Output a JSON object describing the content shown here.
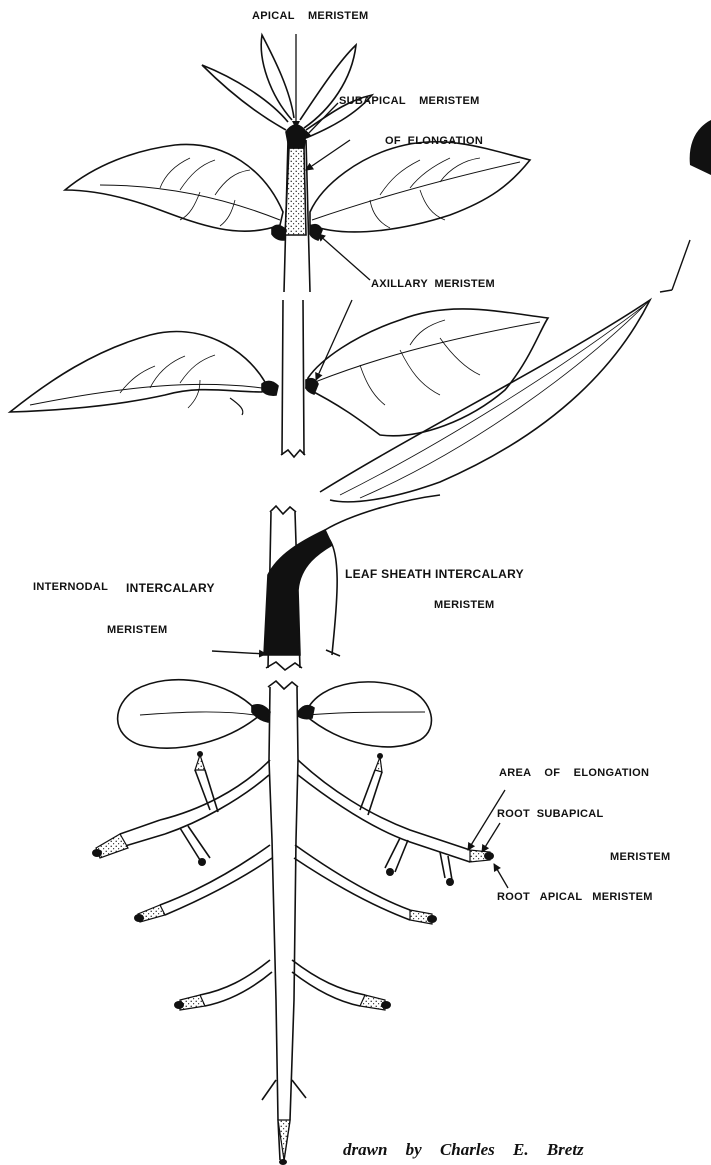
{
  "labels": {
    "apical_meristem": "APICAL    MERISTEM",
    "subapical_meristem": "SUBAPICAL    MERISTEM",
    "area_of_elongation_top": "OF  ELONGATION",
    "axillary_meristem": "AXILLARY  MERISTEM",
    "internodal_intercalary": "INTERNODAL",
    "intercalary": "INTERCALARY",
    "meristem_internodal": "MERISTEM",
    "leaf_sheath_intercalary": "LEAF SHEATH INTERCALARY",
    "meristem_leaf_sheath": "MERISTEM",
    "area_of_elongation_root": "AREA    OF    ELONGATION",
    "root_subapical": "ROOT  SUBAPICAL",
    "meristem_root_subapical": "MERISTEM",
    "root_apical_meristem": "ROOT   APICAL   MERISTEM"
  },
  "credit": "drawn by Charles E. Bretz"
}
